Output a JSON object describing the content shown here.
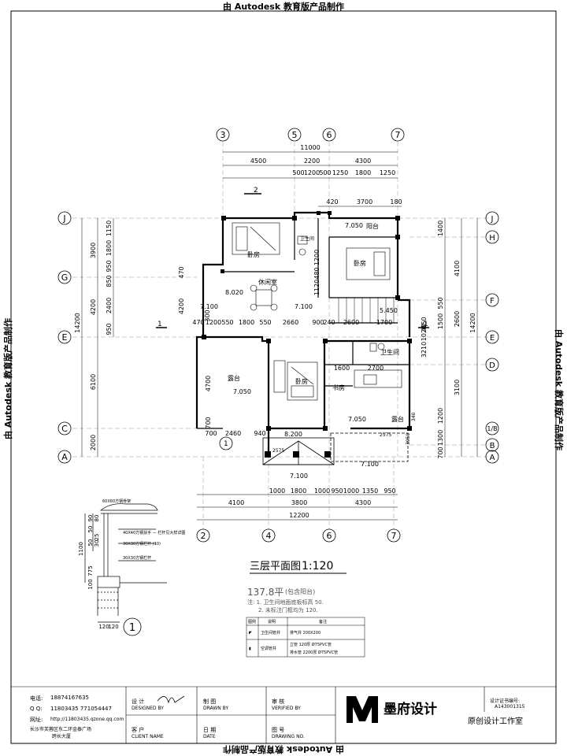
{
  "watermark": "由 Autodesk 教育版产品制作",
  "plan": {
    "title": "三层平面图",
    "scale": "1:120",
    "area": "137.8平",
    "area_note": "(包含阳台)",
    "note1": "注: 1. 卫生间地面底板标高 50.",
    "note2": "2. 未标注门框均为 120.",
    "section_label": "1",
    "detail_label": "1",
    "elev_mark": "2"
  },
  "axes": {
    "top": [
      "3",
      "5",
      "6",
      "7"
    ],
    "bottom": [
      "2",
      "4",
      "6",
      "7"
    ],
    "left": [
      "J",
      "G",
      "E",
      "C",
      "A"
    ],
    "right": [
      "J",
      "H",
      "F",
      "E",
      "D",
      "1/B",
      "B",
      "A"
    ]
  },
  "dims": {
    "top_total": "11000",
    "top_row2": [
      "4500",
      "2200",
      "4300"
    ],
    "top_row3": [
      "500",
      "1200",
      "500",
      "1250",
      "1800",
      "1250"
    ],
    "top_inner": [
      "420",
      "3700",
      "180"
    ],
    "bottom_total": "12200",
    "bottom_row2": [
      "4100",
      "3800",
      "4300"
    ],
    "bottom_row3": [
      "1000",
      "1800",
      "1000",
      "950",
      "1000",
      "1350",
      "950"
    ],
    "left_total": "14200",
    "left_row2": [
      "3900",
      "4200",
      "6100",
      "2000"
    ],
    "left_row3": [
      "1150",
      "1800",
      "950",
      "850",
      "2400",
      "950"
    ],
    "right_total": "14200",
    "right_row2": [
      "4100",
      "2600",
      "3100"
    ],
    "right_row3": [
      "1400",
      "550",
      "1500",
      "1200",
      "1300",
      "700"
    ],
    "right_inner": [
      "3210",
      "1020",
      "40",
      "350"
    ],
    "interior": [
      "470",
      "1200",
      "550",
      "1800",
      "550",
      "2660",
      "900",
      "240",
      "2600",
      "1700",
      "1600",
      "2700",
      "700",
      "2460",
      "940",
      "4700",
      "700",
      "4200",
      "1120",
      "480",
      "1200",
      "470",
      "300"
    ]
  },
  "levels": [
    "7.050",
    "8.020",
    "7.100",
    "7.100",
    "5.450",
    "7.050",
    "7.050",
    "8.200",
    "7.100",
    "7.100",
    "2575",
    "2575",
    "3950",
    "340"
  ],
  "rooms": {
    "bedroom_nw": "卧房",
    "bath_n": "卫生间",
    "bedroom_ne": "卧房",
    "balcony_n": "阳台",
    "lounge": "休闲室",
    "terrace_w": "露台",
    "bedroom_c": "卧房",
    "bath_e": "卫生间",
    "study": "书房",
    "terrace_e": "露台"
  },
  "detail_labels": [
    "60X60方钢骨架",
    "40X40方钢扶手 — 栏杆见大样详图",
    "30X30方钢栏杆 (10)",
    "30X30方钢栏杆"
  ],
  "detail_dims": [
    "90",
    "80",
    "50",
    "25",
    "30",
    "50",
    "775",
    "1100",
    "100",
    "120",
    "120"
  ],
  "legend_table": {
    "headers": [
      "图例",
      "说明",
      "备注"
    ],
    "rows": [
      [
        "◤",
        "卫生间管井",
        "排气井 200X200"
      ],
      [
        "▮",
        "空调管井",
        "立管 120厚 Ø75PVC管"
      ],
      [
        "",
        "",
        "排水管 2200厚 Ø75PVC管"
      ]
    ]
  },
  "title_block": {
    "phone_label": "电话:",
    "phone": "18874167635",
    "qq_label": "Q Q:",
    "qq": "11803435  771054447",
    "web_label": "网址:",
    "web": "http://11803435.qzone.qq.com",
    "address": "长沙市芙蓉区东二环金泰广场",
    "address2": "跨长大厦",
    "design_label": "设 计",
    "design_en": "DESIGNED BY",
    "draw_label": "制 图",
    "draw_en": "DRAWN BY",
    "verify_label": "审 核",
    "verify_en": "VERIFIED BY",
    "client_label": "客 户",
    "client_en": "CLIENT NAME",
    "date_label": "日 期",
    "date_en": "DATE",
    "drawing_label": "图 号",
    "drawing_en": "DRAWING NO.",
    "brand": "墨府设计",
    "brand_sub": "原创设计工作室",
    "cert_label": "设计证书编号:",
    "cert_no": "A143001315"
  }
}
